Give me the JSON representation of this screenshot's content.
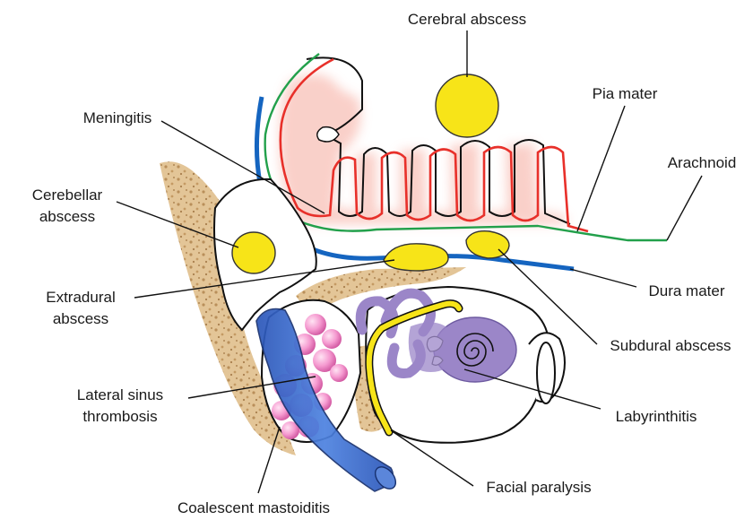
{
  "labels": {
    "cerebral_abscess": "Cerebral abscess",
    "pia_mater": "Pia mater",
    "meningitis": "Meningitis",
    "arachnoid": "Arachnoid",
    "cerebellar_abscess_line1": "Cerebellar",
    "cerebellar_abscess_line2": "abscess",
    "extradural_abscess_line1": "Extradural",
    "extradural_abscess_line2": "abscess",
    "dura_mater": "Dura mater",
    "subdural_abscess": "Subdural abscess",
    "lateral_sinus_thrombosis_line1": "Lateral sinus",
    "lateral_sinus_thrombosis_line2": "thrombosis",
    "labyrinthitis": "Labyrinthitis",
    "facial_paralysis": "Facial paralysis",
    "coalescent_mastoiditis": "Coalescent mastoiditis"
  },
  "colors": {
    "abscess_yellow": "#f7e418",
    "dura_blue": "#1565c0",
    "arachnoid_green": "#22a04b",
    "pia_red": "#e8302a",
    "bone_tan": "#d8b98a",
    "labyrinth_purple": "#9b86c8",
    "sinus_blue": "#3a6fd0",
    "mastoid_pink": "#f08cc8",
    "leader_line": "#111111"
  }
}
